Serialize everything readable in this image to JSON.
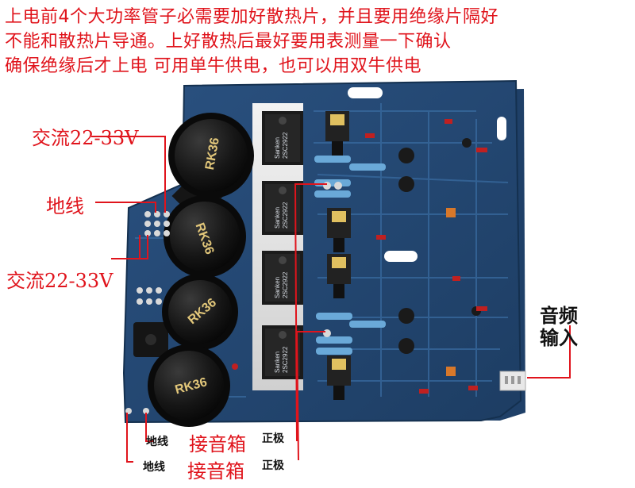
{
  "notice_lines": [
    "上电前4个大功率管子必需要加好散热片，并且要用绝缘片隔好",
    "不能和散热片导通。上好散热后最好要用表测量一下确认",
    "确保绝缘后才上电  可用单牛供电，也可以用双牛供电"
  ],
  "labels": {
    "ac_top": "交流22-33V",
    "ground": "地线",
    "ac_bottom": "交流22-33V",
    "audio_input_1": "音频",
    "audio_input_2": "输入",
    "spk1_ground": "地线",
    "spk1_connect": "接音箱",
    "spk1_positive": "正极",
    "spk2_ground": "地线",
    "spk2_connect": "接音箱",
    "spk2_positive": "正极"
  },
  "capacitor_marking": "RK36",
  "transistor_brand": "Sanken",
  "transistor_model": "2SC2922",
  "colors": {
    "annotation_red": "#e0141c",
    "board_blue": "#23456f",
    "capacitor_black": "#121212"
  }
}
